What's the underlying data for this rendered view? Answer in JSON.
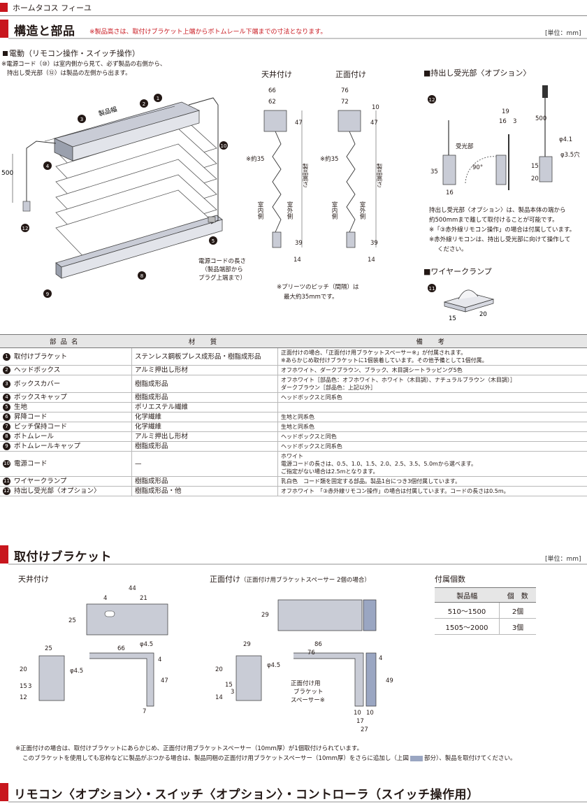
{
  "header": {
    "product": "ホームタコス フィーユ"
  },
  "section1": {
    "title": "構造と部品",
    "note": "※製品高さは、取付けブラケット上端からボトムレール下端までの寸法となります。",
    "unit": "[単位：mm]",
    "subtitle": "電動（リモコン操作・スイッチ操作）",
    "note2_line1": "※電源コード（⑩）は室内側から見て、必ず製品の右側から、",
    "note2_line2": "持出し受光部（⑫）は製品の左側から出ます。",
    "label_width": "製品幅",
    "label_500": "500",
    "cord_len_1": "電源コードの長さ",
    "cord_len_2": "（製品端部から",
    "cord_len_3": "プラグ上端まで）"
  },
  "side_views": {
    "ceiling_title": "天井付け",
    "front_title": "正面付け",
    "ceiling_dims": [
      "66",
      "62",
      "47",
      "39",
      "14"
    ],
    "front_dims": [
      "76",
      "72",
      "10",
      "47",
      "39",
      "14"
    ],
    "approx35": "※約35",
    "height_label": "製品高さ",
    "indoor": "室内側",
    "outdoor": "室外側",
    "pleat_note_1": "※プリーツのピッチ（間隔）は",
    "pleat_note_2": "最大約35mmです。"
  },
  "receiver": {
    "title": "■持出し受光部〈オプション〉",
    "part_label": "受光部",
    "dims": [
      "19",
      "16",
      "3",
      "500",
      "φ4.1",
      "φ3.5穴",
      "35",
      "16",
      "15",
      "20",
      "90°"
    ],
    "desc_1": "持出し受光部〈オプション〉は、製品本体の端から",
    "desc_2": "約500mmまで離して取付けることが可能です。",
    "desc_3": "※「③赤外線リモコン操作」の場合は付属しています。",
    "desc_4": "※赤外線リモコンは、持出し受光部に向けて操作して",
    "desc_5": "ください。"
  },
  "clamp": {
    "title": "■ワイヤークランプ",
    "dims": [
      "15",
      "20"
    ]
  },
  "parts_table": {
    "headers": [
      "部品名",
      "材　質",
      "備　考"
    ],
    "rows": [
      {
        "no": "1",
        "name": "取付けブラケット",
        "material": "ステンレス鋼板プレス成形品・樹脂成形品",
        "note": "正面付けの場合、「正面付け用ブラケットスペーサー※」が付属されます。\n※あらかじめ取付けブラケットに1個装着しています。その他予備として1個付属。"
      },
      {
        "no": "2",
        "name": "ヘッドボックス",
        "material": "アルミ押出し形材",
        "note": "オフホワイト、ダークブラウン、ブラック、木目調シートラッピング5色"
      },
      {
        "no": "3",
        "name": "ボックスカバー",
        "material": "樹脂成形品",
        "note": "オフホワイト［部品色：オフホワイト、ホワイト（木目調）、ナチュラルブラウン（木目調）］\nダークブラウン［部品色：上記以外］"
      },
      {
        "no": "4",
        "name": "ボックスキャップ",
        "material": "樹脂成形品",
        "note": "ヘッドボックスと同系色"
      },
      {
        "no": "5",
        "name": "生地",
        "material": "ポリエステル繊維",
        "note": ""
      },
      {
        "no": "6",
        "name": "昇降コード",
        "material": "化学繊維",
        "note": "生地と同系色"
      },
      {
        "no": "7",
        "name": "ピッチ保持コード",
        "material": "化学繊維",
        "note": "生地と同系色"
      },
      {
        "no": "8",
        "name": "ボトムレール",
        "material": "アルミ押出し形材",
        "note": "ヘッドボックスと同色"
      },
      {
        "no": "9",
        "name": "ボトムレールキャップ",
        "material": "樹脂成形品",
        "note": "ヘッドボックスと同系色"
      },
      {
        "no": "10",
        "name": "電源コード",
        "material": "—",
        "note": "ホワイト\n電源コードの長さは、0.5、1.0、1.5、2.0、2.5、3.5、5.0mから選べます。\nご指定がない場合は2.5mとなります。"
      },
      {
        "no": "11",
        "name": "ワイヤークランプ",
        "material": "樹脂成形品",
        "note": "乳白色　コード類を固定する部品。製品1台につき3個付属しています。"
      },
      {
        "no": "12",
        "name": "持出し受光部〈オプション〉",
        "material": "樹脂成形品・他",
        "note": "オフホワイト　「③赤外線リモコン操作」の場合は付属しています。コードの長さは0.5m。"
      }
    ]
  },
  "section2": {
    "title": "取付けブラケット",
    "unit": "[単位：mm]",
    "ceiling_title": "天井付け",
    "front_title": "正面付け",
    "front_sub": "（正面付け用ブラケットスペーサー 2個の場合）",
    "ceiling_dims": [
      "44",
      "4",
      "21",
      "25",
      "φ4.5",
      "25",
      "66",
      "20",
      "φ4.5",
      "15",
      "3",
      "12",
      "47",
      "4",
      "7"
    ],
    "front_dims": [
      "29",
      "86",
      "76",
      "29",
      "φ4.5",
      "20",
      "14",
      "15",
      "3",
      "49",
      "10",
      "10",
      "17",
      "27",
      "4"
    ],
    "spacer_1": "正面付け用",
    "spacer_2": "ブラケット",
    "spacer_3": "スペーサー※",
    "footnote_1": "※正面付けの場合は、取付けブラケットにあらかじめ、正面付け用ブラケットスペーサー（10mm厚）が1個取付けられています。",
    "footnote_2a": "このブラケットを使用しても窓枠などに製品がぶつかる場合は、製品同梱の正面付け用ブラケットスペーサー（10mm厚）をさらに追加し（上図",
    "footnote_2b": "部分）、製品を取付けてください。"
  },
  "qty_table": {
    "title": "付属個数",
    "headers": [
      "製品幅",
      "個　数"
    ],
    "rows": [
      {
        "width": "510～1500",
        "count": "2個"
      },
      {
        "width": "1505～2000",
        "count": "3個"
      }
    ]
  },
  "section3": {
    "title": "リモコン〈オプション〉・スイッチ〈オプション〉・コントローラ（スイッチ操作用）"
  },
  "colors": {
    "accent": "#c8161d",
    "part_gray": "#b8bccb",
    "spacer_blue": "#9aa6c2"
  }
}
